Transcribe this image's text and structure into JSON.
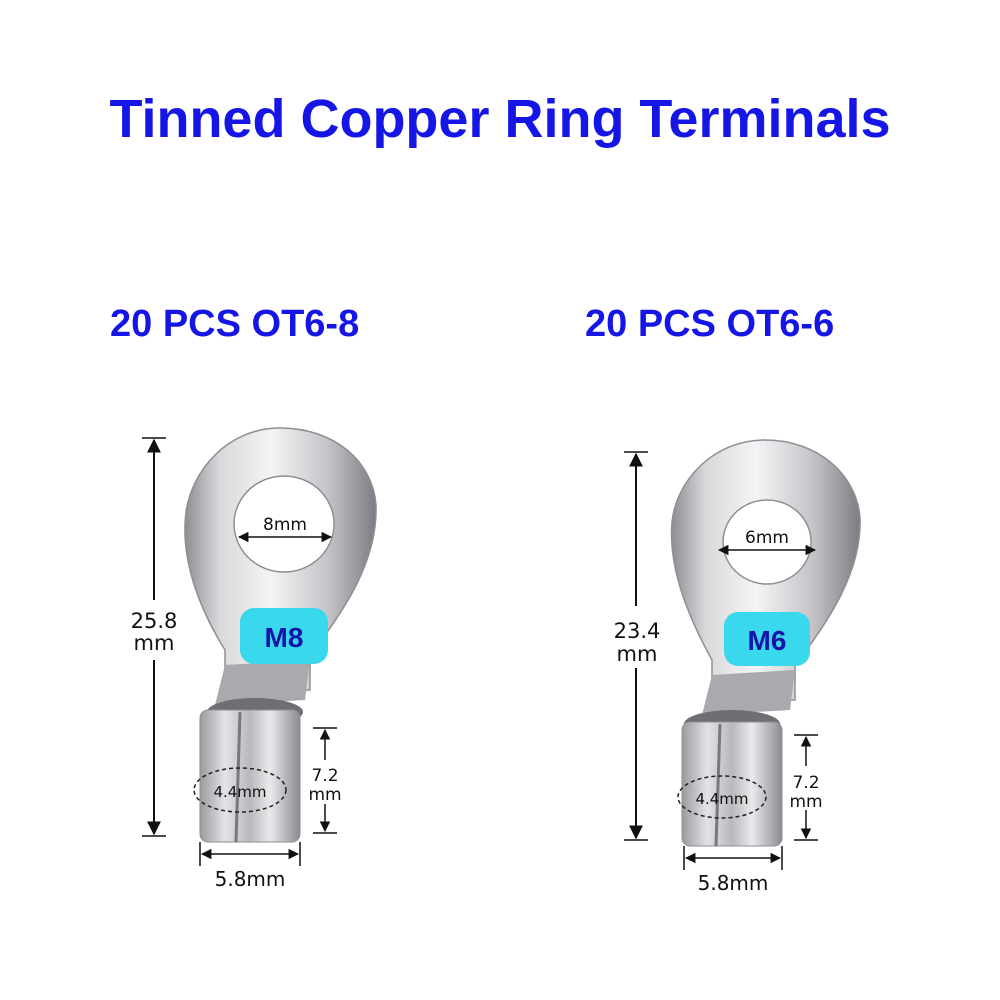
{
  "title": "Tinned Copper Ring Terminals",
  "products": [
    {
      "heading": "20 PCS OT6-8",
      "size_badge": "M8",
      "hole_diameter": "8mm",
      "length_value": "25.8",
      "length_unit": "mm",
      "barrel_length_value": "7.2",
      "barrel_length_unit": "mm",
      "inner_diameter": "4.4mm",
      "barrel_width": "5.8mm"
    },
    {
      "heading": "20 PCS OT6-6",
      "size_badge": "M6",
      "hole_diameter": "6mm",
      "length_value": "23.4",
      "length_unit": "mm",
      "barrel_length_value": "7.2",
      "barrel_length_unit": "mm",
      "inner_diameter": "4.4mm",
      "barrel_width": "5.8mm"
    }
  ],
  "colors": {
    "title_blue": "#1515e6",
    "badge_cyan": "#3ad8ec",
    "metal_silver": "#c9c9cc"
  }
}
